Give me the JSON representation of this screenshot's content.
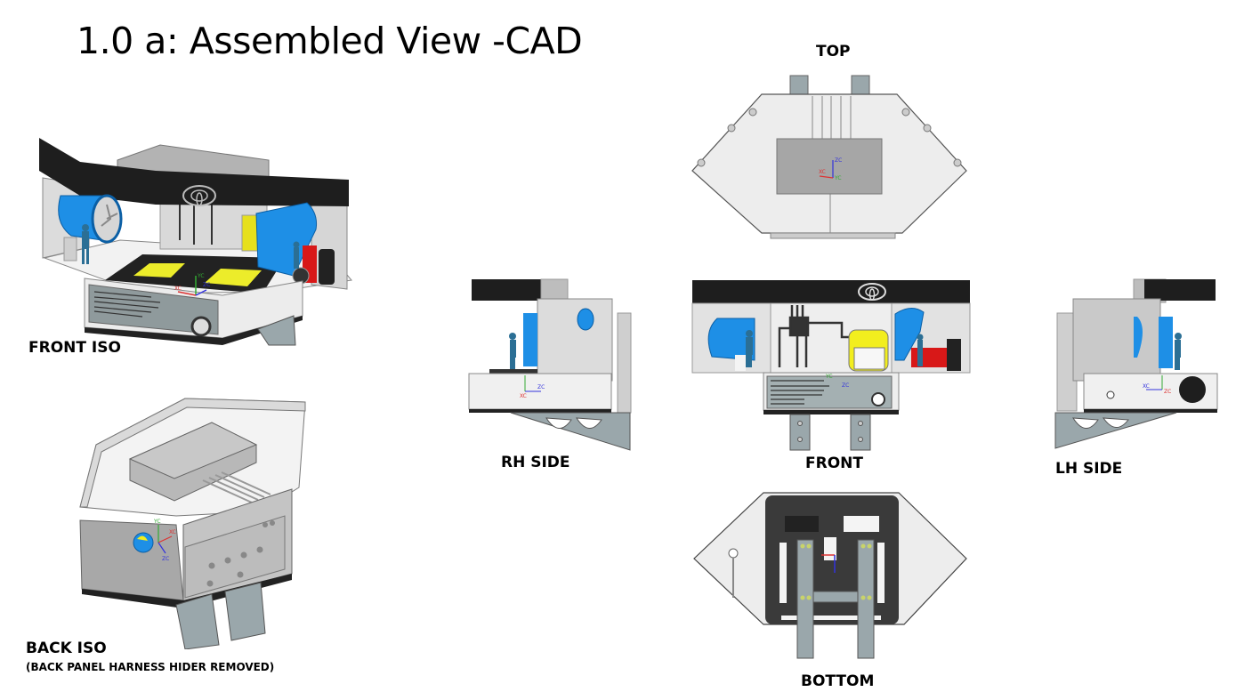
{
  "slide": {
    "title": "1.0 a: Assembled View -CAD"
  },
  "views": {
    "front_iso": {
      "label": "FRONT ISO"
    },
    "back_iso": {
      "label": "BACK ISO",
      "note": "(BACK PANEL HARNESS HIDER REMOVED)"
    },
    "top": {
      "label": "TOP"
    },
    "rh_side": {
      "label": "RH SIDE"
    },
    "front": {
      "label": "FRONT"
    },
    "lh_side": {
      "label": "LH SIDE"
    },
    "bottom": {
      "label": "BOTTOM"
    }
  },
  "axes": {
    "x": "XC",
    "y": "YC",
    "z": "ZC"
  },
  "colors": {
    "panel_light": "#e6e6e6",
    "panel_mid": "#bdbdbd",
    "panel_dark": "#8c8c8c",
    "banner": "#1e1e1e",
    "fan_blue": "#1e8fe6",
    "seat_yellow": "#f2ee1e",
    "rack_red": "#e01a1a",
    "bracket": "#9aa7ab",
    "bottom_plate": "#3a3a3a"
  }
}
